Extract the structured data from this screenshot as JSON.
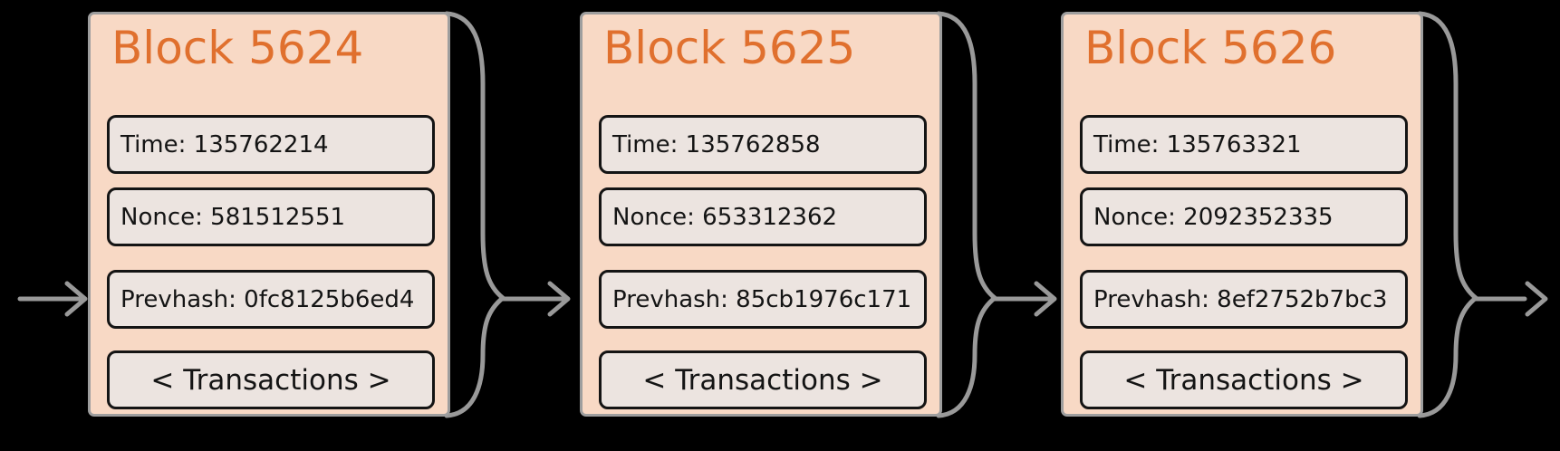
{
  "diagram": {
    "type": "blockchain-blocks",
    "styles": {
      "background_color": "#000000",
      "block_fill": "#f8d9c5",
      "block_border": "#9e9e9e",
      "field_fill": "#ece4e0",
      "field_border": "#141414",
      "title_color": "#e0702e",
      "text_color": "#141414",
      "connector_color": "#999999"
    },
    "connectors": [
      {
        "name": "incoming-arrow",
        "shape": "arrow-right"
      },
      {
        "name": "brace-arrow-block-5624-to-5625",
        "shape": "curly-brace-with-arrow"
      },
      {
        "name": "brace-arrow-block-5625-to-5626",
        "shape": "curly-brace-with-arrow"
      },
      {
        "name": "brace-arrow-block-5626-outgoing",
        "shape": "curly-brace-with-arrow"
      }
    ],
    "blocks": [
      {
        "title": "Block 5624",
        "fields": [
          {
            "name": "time",
            "text": "Time: 135762214"
          },
          {
            "name": "nonce",
            "text": "Nonce: 581512551"
          },
          {
            "name": "prevhash",
            "text": "Prevhash: 0fc8125b6ed4"
          }
        ],
        "transactions_label": "< Transactions >"
      },
      {
        "title": "Block 5625",
        "fields": [
          {
            "name": "time",
            "text": "Time: 135762858"
          },
          {
            "name": "nonce",
            "text": "Nonce: 653312362"
          },
          {
            "name": "prevhash",
            "text": "Prevhash: 85cb1976c171"
          }
        ],
        "transactions_label": "< Transactions >"
      },
      {
        "title": "Block 5626",
        "fields": [
          {
            "name": "time",
            "text": "Time: 135763321"
          },
          {
            "name": "nonce",
            "text": "Nonce: 2092352335"
          },
          {
            "name": "prevhash",
            "text": "Prevhash: 8ef2752b7bc3"
          }
        ],
        "transactions_label": "< Transactions >"
      }
    ]
  }
}
